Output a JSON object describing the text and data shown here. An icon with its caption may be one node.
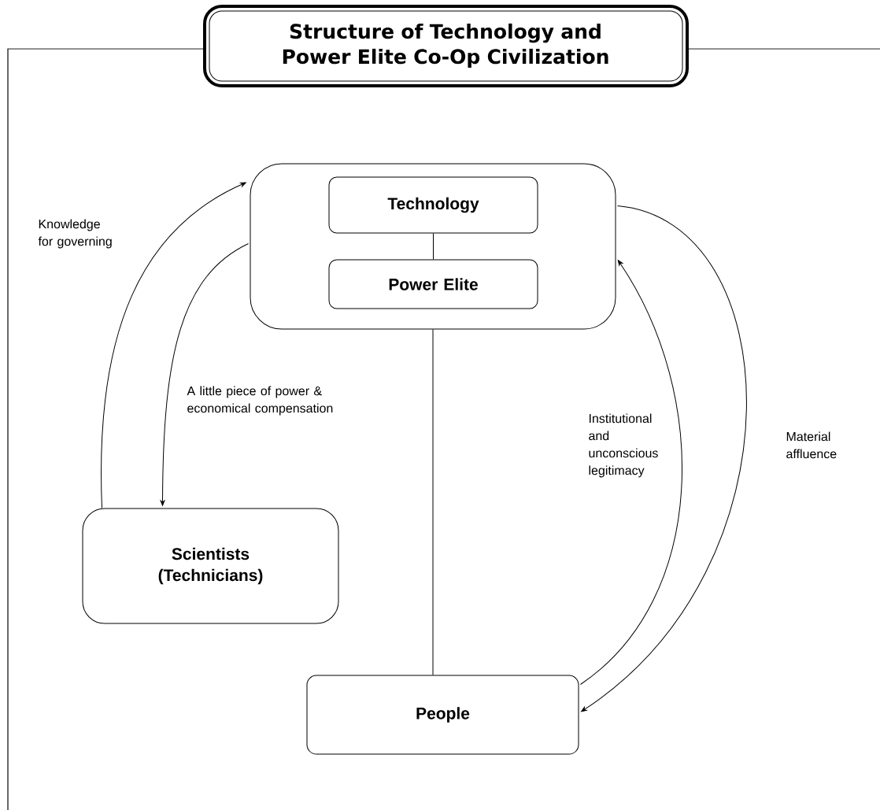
{
  "diagram": {
    "title": "Structure of Technology and Power Elite Co-Op Civilization",
    "nodes": [
      {
        "text": [],
        "shape": "box"
      },
      {
        "text": [
          "Technology"
        ],
        "in": 0
      },
      {
        "text": [
          "Power Elite"
        ],
        "in": 0
      },
      {
        "text": [
          "Scientists (Technicians)"
        ]
      },
      {
        "text": [
          "People"
        ]
      }
    ],
    "edges": [
      {
        "from": 1,
        "to": 2,
        "arrow": "none"
      },
      {
        "from": 0,
        "to": 4,
        "arrow": "none"
      },
      {
        "from": 3,
        "to": 0,
        "arrow": "to",
        "label": "Knowledge for governing"
      },
      {
        "from": 0,
        "to": 3,
        "arrow": "to",
        "label": "A little piece of power & economical compensation"
      },
      {
        "from": 4,
        "to": 0,
        "arrow": "to",
        "label": "Institutional and unconscious legitimacy"
      },
      {
        "from": 0,
        "to": 4,
        "arrow": "to",
        "label": "Material affluence"
      }
    ]
  }
}
